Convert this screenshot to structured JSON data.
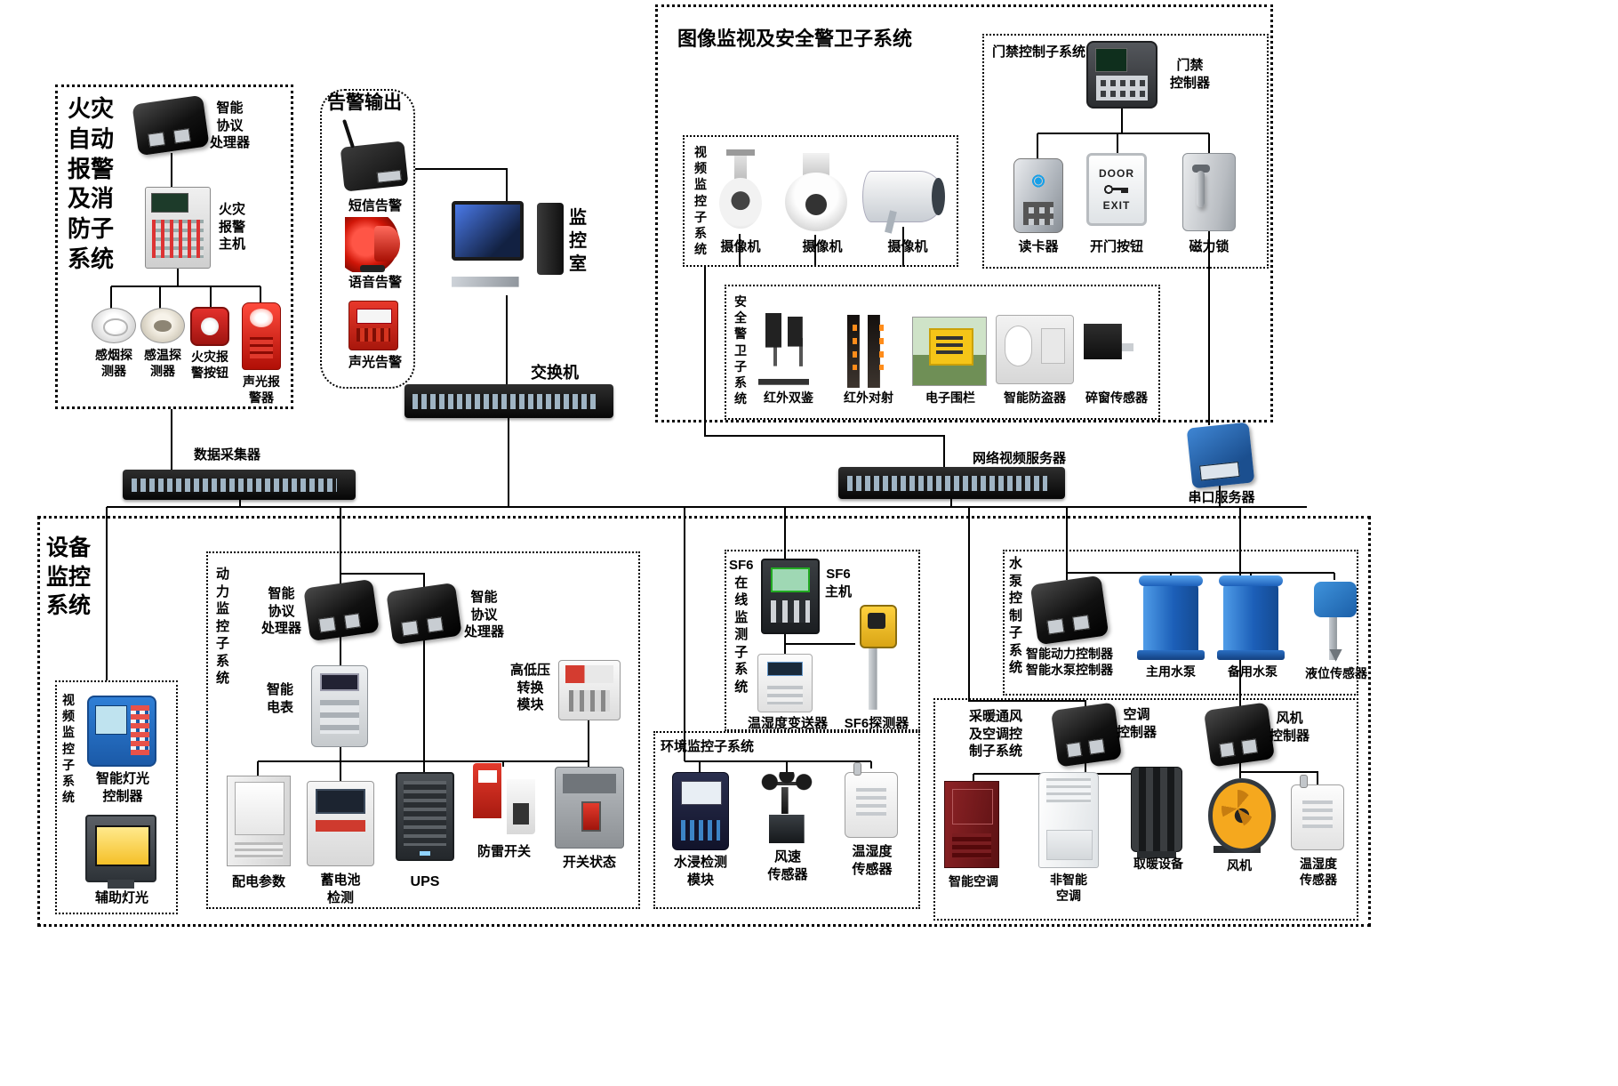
{
  "fire": {
    "title": "火灾\n自动\n报警\n及消\n防子\n系统",
    "processor": "智能\n协议\n处理器",
    "host": "火灾\n报警\n主机",
    "smoke": "感烟探\n测器",
    "heat": "感温探\n测器",
    "button": "火灾报\n警按钮",
    "sounder": "声光报\n警器"
  },
  "alarm_out": {
    "title": "告警输出",
    "sms": "短信告警",
    "voice": "语音告警",
    "sound_light": "声光告警"
  },
  "monitor_room": {
    "label": "监\n控\n室"
  },
  "net": {
    "switch": "交换机",
    "collector": "数据采集器",
    "nvr": "网络视频服务器",
    "serial": "串口服务器"
  },
  "security": {
    "title": "图像监视及安全警卫子系统",
    "access": {
      "title": "门禁控制子系统",
      "controller": "门禁\n控制器",
      "reader": "读卡器",
      "exit_button": "开门按钮",
      "lock": "磁力锁",
      "door_top": "DOOR",
      "door_bottom": "EXIT"
    },
    "video": {
      "title": "视\n频\n监\n控\n子\n系\n统",
      "cam": "摄像机"
    },
    "guard": {
      "title": "安\n全\n警\n卫\n子\n系\n统",
      "ir_dual": "红外双鉴",
      "ir_beam": "红外对射",
      "fence": "电子围栏",
      "burglar": "智能防盗器",
      "window": "碎窗传感器"
    }
  },
  "equipment": {
    "title": "设备\n监控\n系统",
    "video_sub": {
      "title": "视\n频\n监\n控\n子\n系\n统",
      "light_ctrl": "智能灯光\n控制器",
      "aux_light": "辅助灯光"
    },
    "power": {
      "title": "动\n力\n监\n控\n子\n系\n统",
      "proc": "智能\n协议\n处理器",
      "meter": "智能\n电表",
      "hv_module": "高低压\n转换\n模块",
      "dist": "配电参数",
      "battery": "蓄电池\n检测",
      "ups": "UPS",
      "lightning": "防雷开关",
      "breaker": "开关状态"
    },
    "sf6": {
      "title": "SF6\n在\n线\n监\n测\n子\n系\n统",
      "host": "SF6\n主机",
      "transmitter": "温湿度变送器",
      "detector": "SF6探测器"
    },
    "env": {
      "title": "环境监控子系统",
      "water": "水浸检测\n模块",
      "wind": "风速\n传感器",
      "th": "温湿度\n传感器"
    },
    "pump": {
      "title": "水\n泵\n控\n制\n子\n系\n统",
      "controller": "智能动力控制器\n智能水泵控制器",
      "main": "主用水泵",
      "backup": "备用水泵",
      "level": "液位传感器"
    },
    "hvac": {
      "title": "采暖通风\n及空调控\n制子系统",
      "ac_ctrl": "空调\n控制器",
      "fan_ctrl": "风机\n控制器",
      "smart_ac": "智能空调",
      "plain_ac": "非智能\n空调",
      "heater": "取暖设备",
      "fan": "风机",
      "th": "温湿度\n传感器"
    }
  }
}
